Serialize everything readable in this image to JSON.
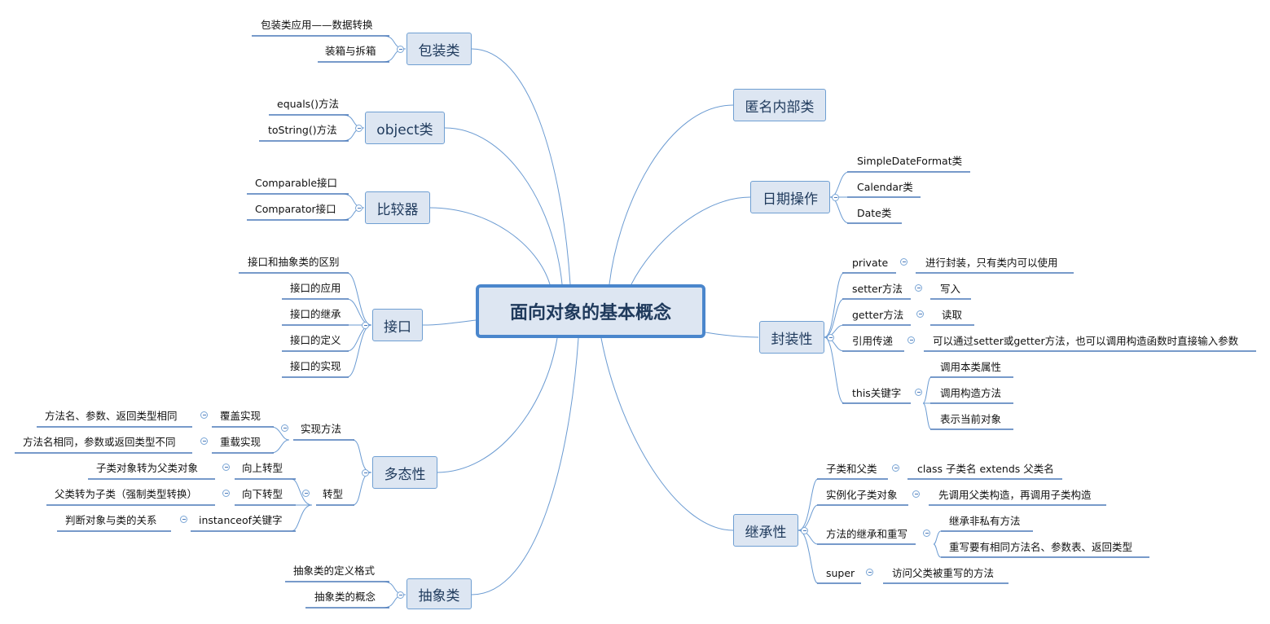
{
  "root": "面向对象的基本概念",
  "branches": {
    "wrapper": {
      "title": "包装类",
      "items": [
        "包装类应用——数据转换",
        "装箱与拆箱"
      ]
    },
    "object": {
      "title": "object类",
      "items": [
        "equals()方法",
        "toString()方法"
      ]
    },
    "comparator": {
      "title": "比较器",
      "items": [
        "Comparable接口",
        "Comparator接口"
      ]
    },
    "interface": {
      "title": "接口",
      "items": [
        "接口和抽象类的区别",
        "接口的应用",
        "接口的继承",
        "接口的定义",
        "接口的实现"
      ]
    },
    "polymorphism": {
      "title": "多态性",
      "impl": {
        "label": "实现方法",
        "override": {
          "label": "覆盖实现",
          "detail": "方法名、参数、返回类型相同"
        },
        "overload": {
          "label": "重载实现",
          "detail": "方法名相同，参数或返回类型不同"
        }
      },
      "cast": {
        "label": "转型",
        "up": {
          "label": "向上转型",
          "detail": "子类对象转为父类对象"
        },
        "down": {
          "label": "向下转型",
          "detail": "父类转为子类（强制类型转换）"
        },
        "instanceof": {
          "label": "instanceof关键字",
          "detail": "判断对象与类的关系"
        }
      }
    },
    "abstract": {
      "title": "抽象类",
      "items": [
        "抽象类的定义格式",
        "抽象类的概念"
      ]
    },
    "anonymous": {
      "title": "匿名内部类"
    },
    "date": {
      "title": "日期操作",
      "items": [
        "SimpleDateFormat类",
        "Calendar类",
        "Date类"
      ]
    },
    "encapsulation": {
      "title": "封装性",
      "private": {
        "label": "private",
        "detail": "进行封装，只有类内可以使用"
      },
      "setter": {
        "label": "setter方法",
        "detail": "写入"
      },
      "getter": {
        "label": "getter方法",
        "detail": "读取"
      },
      "ref": {
        "label": "引用传递",
        "detail": "可以通过setter或getter方法，也可以调用构造函数时直接输入参数"
      },
      "this": {
        "label": "this关键字",
        "details": [
          "调用本类属性",
          "调用构造方法",
          "表示当前对象"
        ]
      }
    },
    "inheritance": {
      "title": "继承性",
      "sub": {
        "label": "子类和父类",
        "detail": "class 子类名 extends 父类名"
      },
      "inst": {
        "label": "实例化子类对象",
        "detail": "先调用父类构造，再调用子类构造"
      },
      "methods": {
        "label": "方法的继承和重写",
        "details": [
          "继承非私有方法",
          "重写要有相同方法名、参数表、返回类型"
        ]
      },
      "super": {
        "label": "super",
        "detail": "访问父类被重写的方法"
      }
    }
  },
  "colors": {
    "line": "#6b9bd2",
    "underline": "#4a78b8",
    "node_fill": "#dde6f2",
    "node_border": "#6f9fd2"
  }
}
